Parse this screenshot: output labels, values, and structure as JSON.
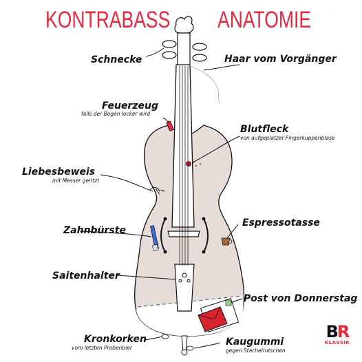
{
  "title_left": "KONTRABASS",
  "title_right": "ANATOMIE",
  "labels": {
    "schnecke": "Schnecke",
    "haar": "Haar vom Vorgänger",
    "feuerzeug": "Feuerzeug",
    "feuerzeug_sub": "falls der Bogen locker wird",
    "blutfleck": "Blutfleck",
    "blutfleck_sub": "von aufgeplatzer Fingerkuppenblase",
    "liebesbeweis": "Liebesbeweis",
    "liebesbeweis_sub": "mit Messer geritzt",
    "espresso": "Espressotasse",
    "zahnbuerste": "Zahnbürste",
    "saitenhalter": "Saitenhalter",
    "post": "Post von Donnerstag",
    "kronkorken": "Kronkorken",
    "kronkorken_sub": "vom letzten Probenbier",
    "kaugummi": "Kaugummi",
    "kaugummi_sub": "gegen Stachelrutschen"
  },
  "logo": {
    "mark_b": "B",
    "mark_r": "R",
    "text": "KLASSIK"
  },
  "colors": {
    "title": "#e8283f",
    "body_fill": "#e6dcd8",
    "lighter": "#e8283f",
    "envelope": "#d8222e",
    "blood": "#8a1f1f",
    "toothbrush": "#3a6fd8"
  }
}
